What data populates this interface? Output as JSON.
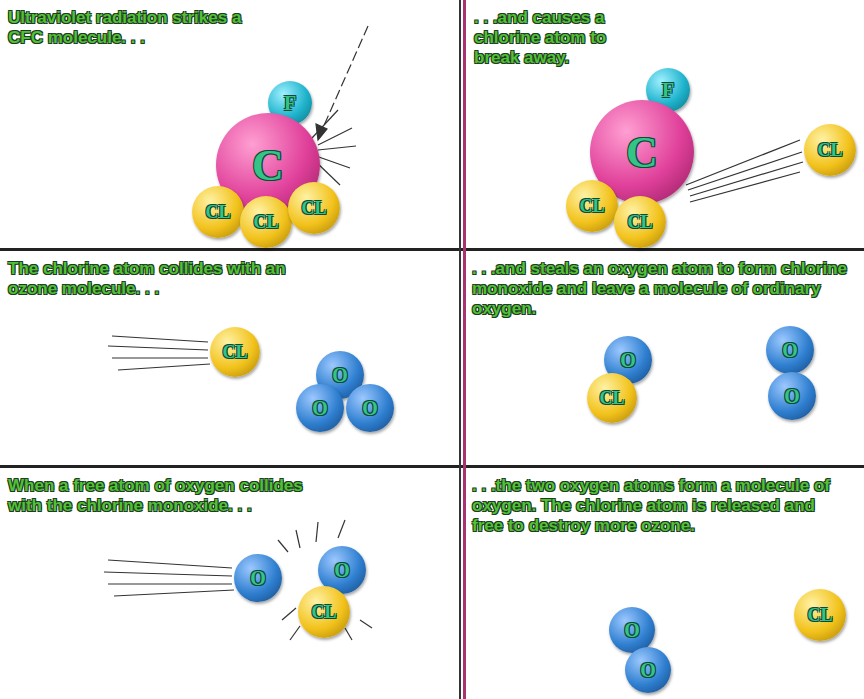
{
  "diagram": {
    "nodes": [
      {
        "text": [
          "Ultraviolet radiation strikes a CFC molecule. . ."
        ]
      },
      {
        "text": [
          "F"
        ],
        "in": 0
      },
      {
        "text": [
          "C"
        ],
        "in": 0
      },
      {
        "text": [
          "CL"
        ],
        "in": 0
      },
      {
        "text": [
          "CL"
        ],
        "in": 0
      },
      {
        "text": [
          "CL"
        ],
        "in": 0
      },
      {
        "text": [
          ". . .and causes a chlorine atom to break away."
        ]
      },
      {
        "text": [
          "F"
        ],
        "in": 6
      },
      {
        "text": [
          "C"
        ],
        "in": 6
      },
      {
        "text": [
          "CL"
        ],
        "in": 6
      },
      {
        "text": [
          "CL"
        ],
        "in": 6
      },
      {
        "text": [
          "CL"
        ],
        "in": 6
      },
      {
        "text": [
          "The chlorine atom collides with an ozone molecule. . ."
        ]
      },
      {
        "text": [
          "CL"
        ],
        "in": 12
      },
      {
        "text": [
          "O"
        ],
        "in": 12
      },
      {
        "text": [
          "O"
        ],
        "in": 12
      },
      {
        "text": [
          "O"
        ],
        "in": 12
      },
      {
        "text": [
          ". . .and steals an oxygen atom to form chlorine monoxide and leave a molecule of ordinary oxygen."
        ]
      },
      {
        "text": [
          "O"
        ],
        "in": 17
      },
      {
        "text": [
          "CL"
        ],
        "in": 17
      },
      {
        "text": [
          "O"
        ],
        "in": 17
      },
      {
        "text": [
          "O"
        ],
        "in": 17
      },
      {
        "text": [
          "When a free atom of oxygen collides with the chlorine monoxide. . ."
        ]
      },
      {
        "text": [
          "O"
        ],
        "in": 22
      },
      {
        "text": [
          "O"
        ],
        "in": 22
      },
      {
        "text": [
          "CL"
        ],
        "in": 22
      },
      {
        "text": [
          ". . .the two oxygen atoms form a molecule of oxygen. The chlorine atom is released and free to destroy more ozone."
        ]
      },
      {
        "text": [
          "O"
        ],
        "in": 26
      },
      {
        "text": [
          "O"
        ],
        "in": 26
      },
      {
        "text": [
          "CL"
        ],
        "in": 26
      }
    ]
  }
}
